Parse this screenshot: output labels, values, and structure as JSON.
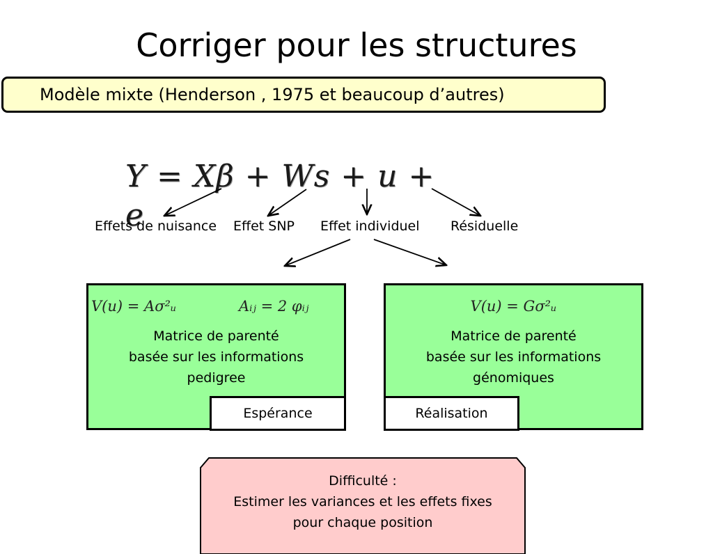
{
  "slide": {
    "title": "Corriger pour les structures",
    "banner": "Modèle mixte (Henderson , 1975 et beaucoup d’autres)",
    "equation": "Y = Xβ + Ws + u + e",
    "labels": {
      "nuisance": "Effets de nuisance",
      "snp": "Effet SNP",
      "individual": "Effet individuel",
      "residual": "Résiduelle"
    },
    "left_box": {
      "formula_v": "V(u) = Aσ²ᵤ",
      "formula_a": "Aᵢⱼ =  2 φᵢⱼ",
      "description": "Matrice de parenté\nbasée sur les informations\npedigree",
      "tag": "Espérance"
    },
    "right_box": {
      "formula_v": "V(u) = Gσ²ᵤ",
      "description": "Matrice de parenté\nbasée sur les informations\ngénomiques",
      "tag": "Réalisation"
    },
    "difficulty": "Difficulté :\nEstimer les variances et les effets fixes\npour chaque position"
  },
  "colors": {
    "banner_bg": "#ffffcc",
    "green_box": "#99ff99",
    "difficulty_bg": "#ffcccc"
  }
}
